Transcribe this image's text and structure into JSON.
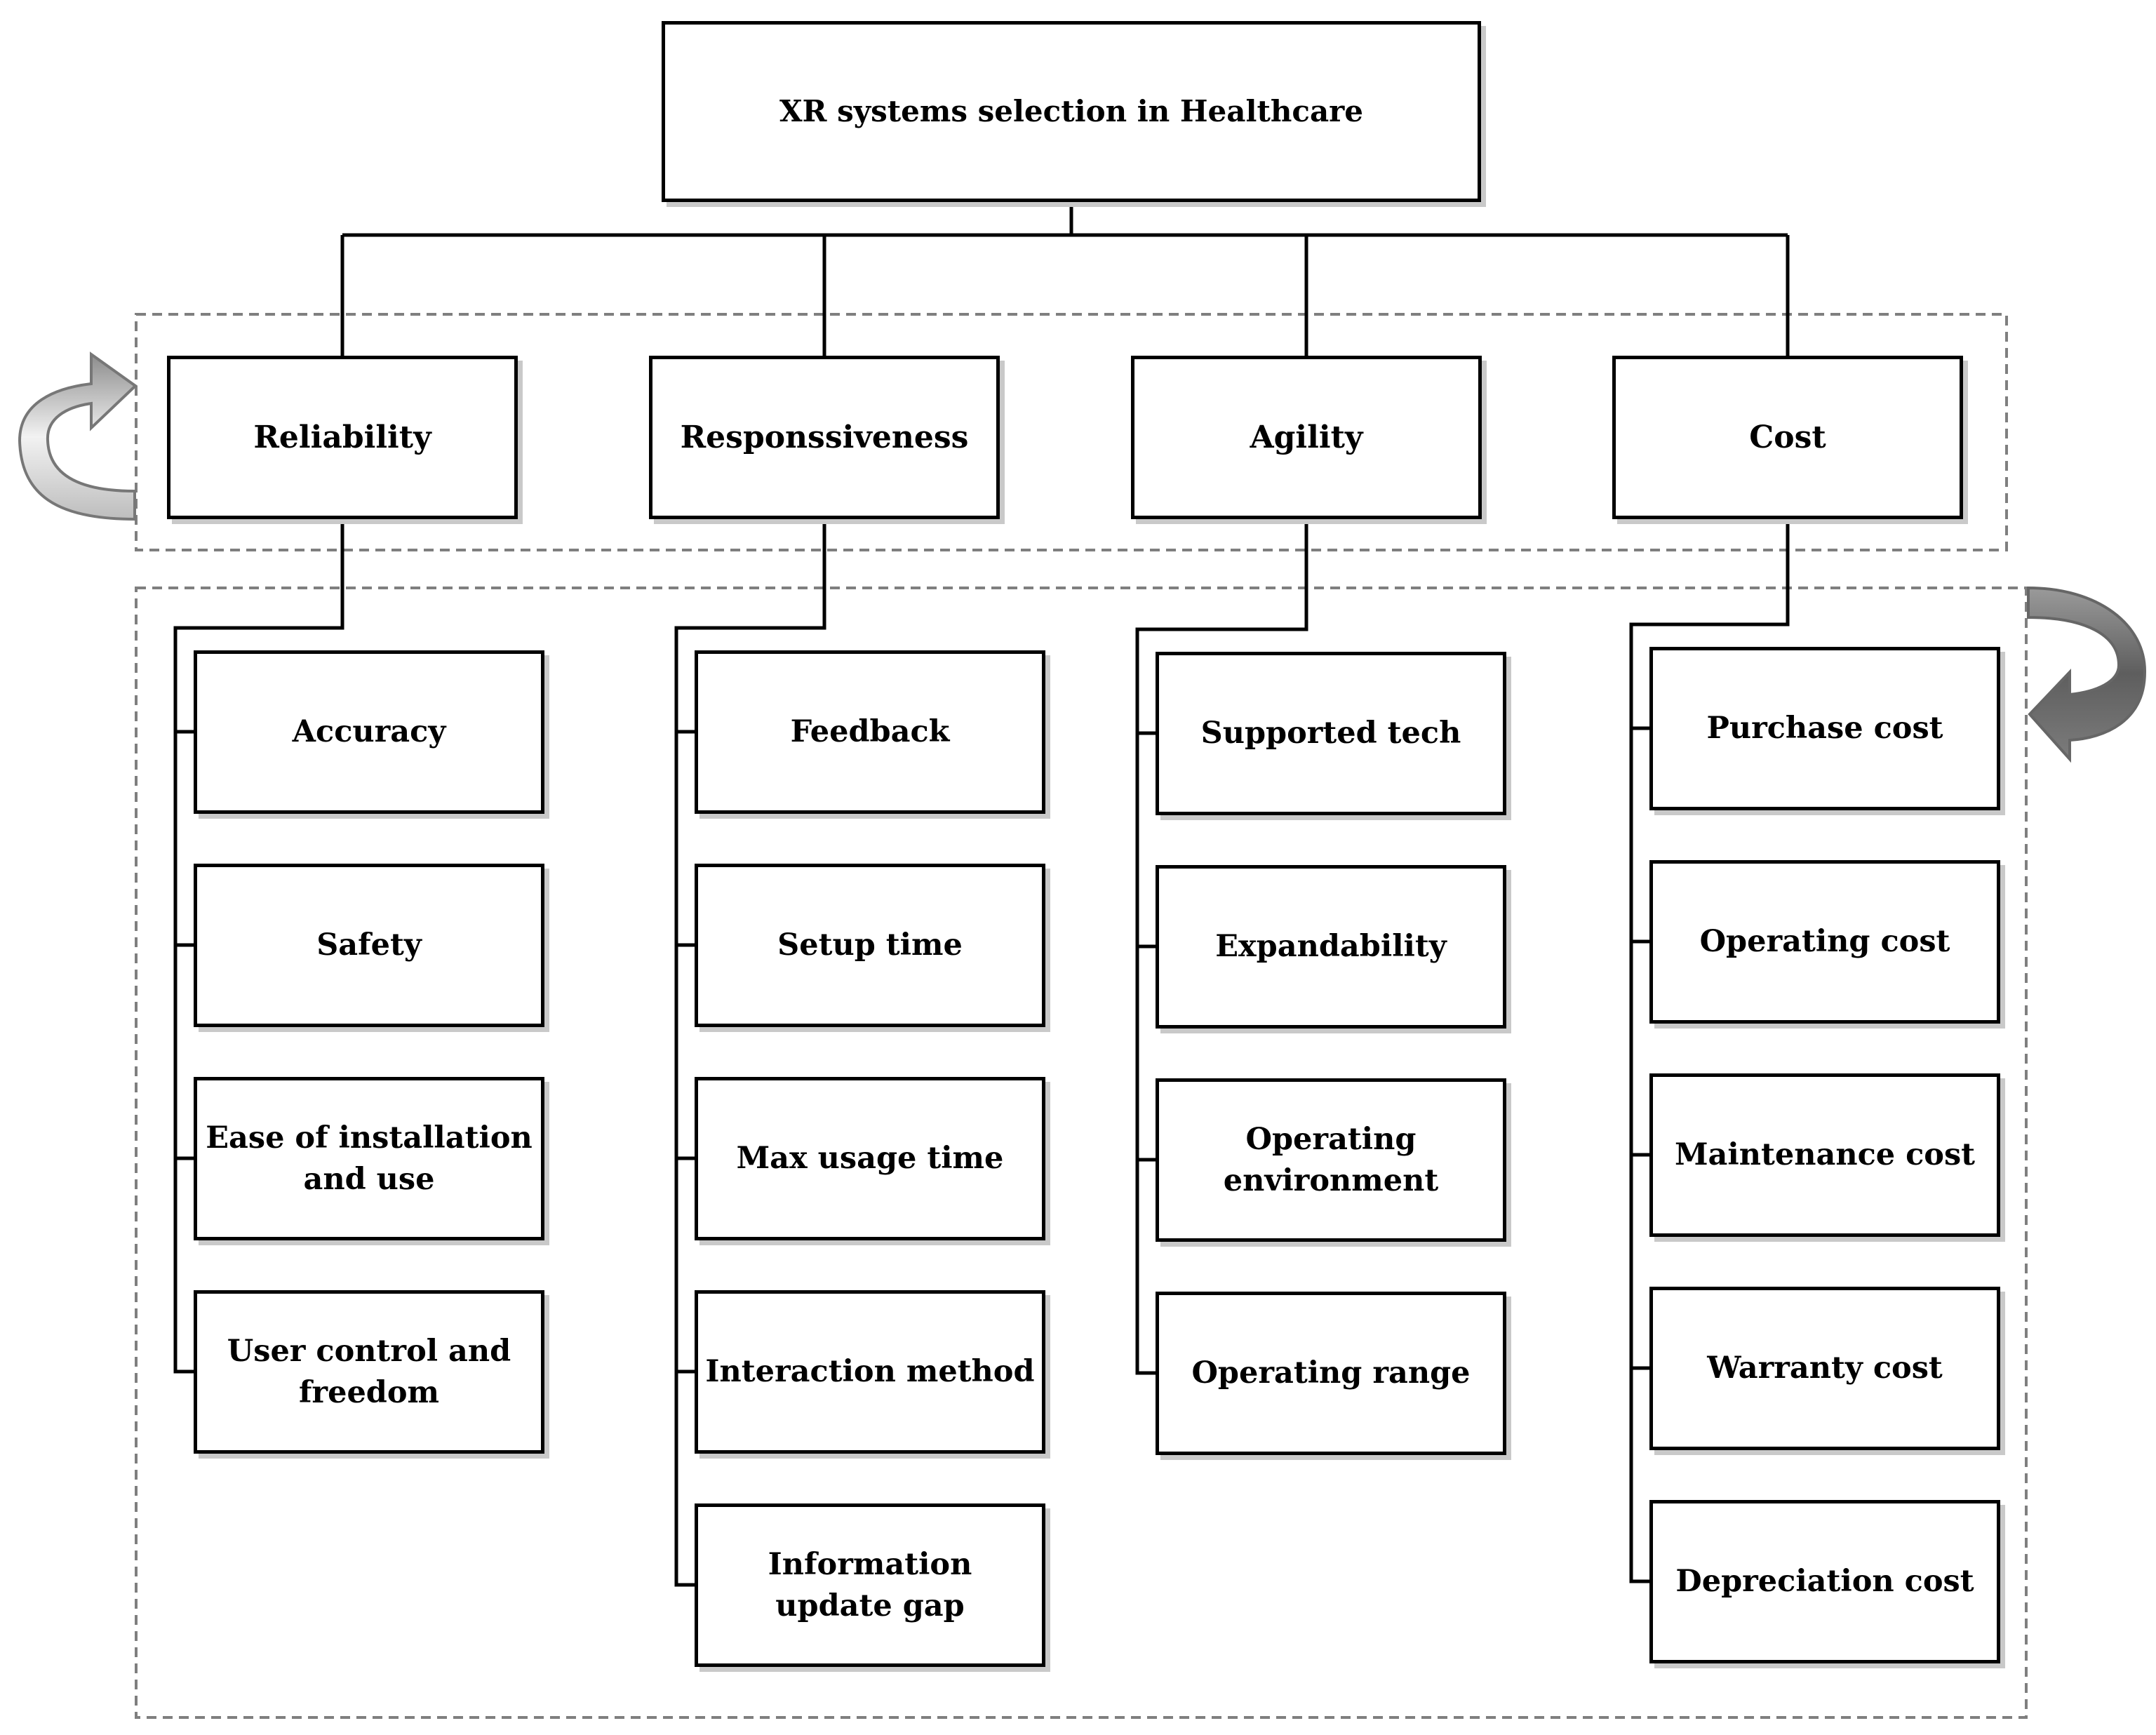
{
  "goal": "XR systems selection in Healthcare",
  "criteria": [
    {
      "label": "Reliability",
      "subcriteria": [
        "Accuracy",
        "Safety",
        "Ease of installation and use",
        "User control and freedom"
      ]
    },
    {
      "label": "Responssiveness",
      "subcriteria": [
        "Feedback",
        "Setup time",
        "Max usage time",
        "Interaction method",
        "Information update gap"
      ]
    },
    {
      "label": "Agility",
      "subcriteria": [
        "Supported tech",
        "Expandability",
        "Operating environment",
        "Operating range"
      ]
    },
    {
      "label": "Cost",
      "subcriteria": [
        "Purchase cost",
        "Operating cost",
        "Maintenance cost",
        "Warranty cost",
        "Depreciation cost"
      ]
    }
  ]
}
